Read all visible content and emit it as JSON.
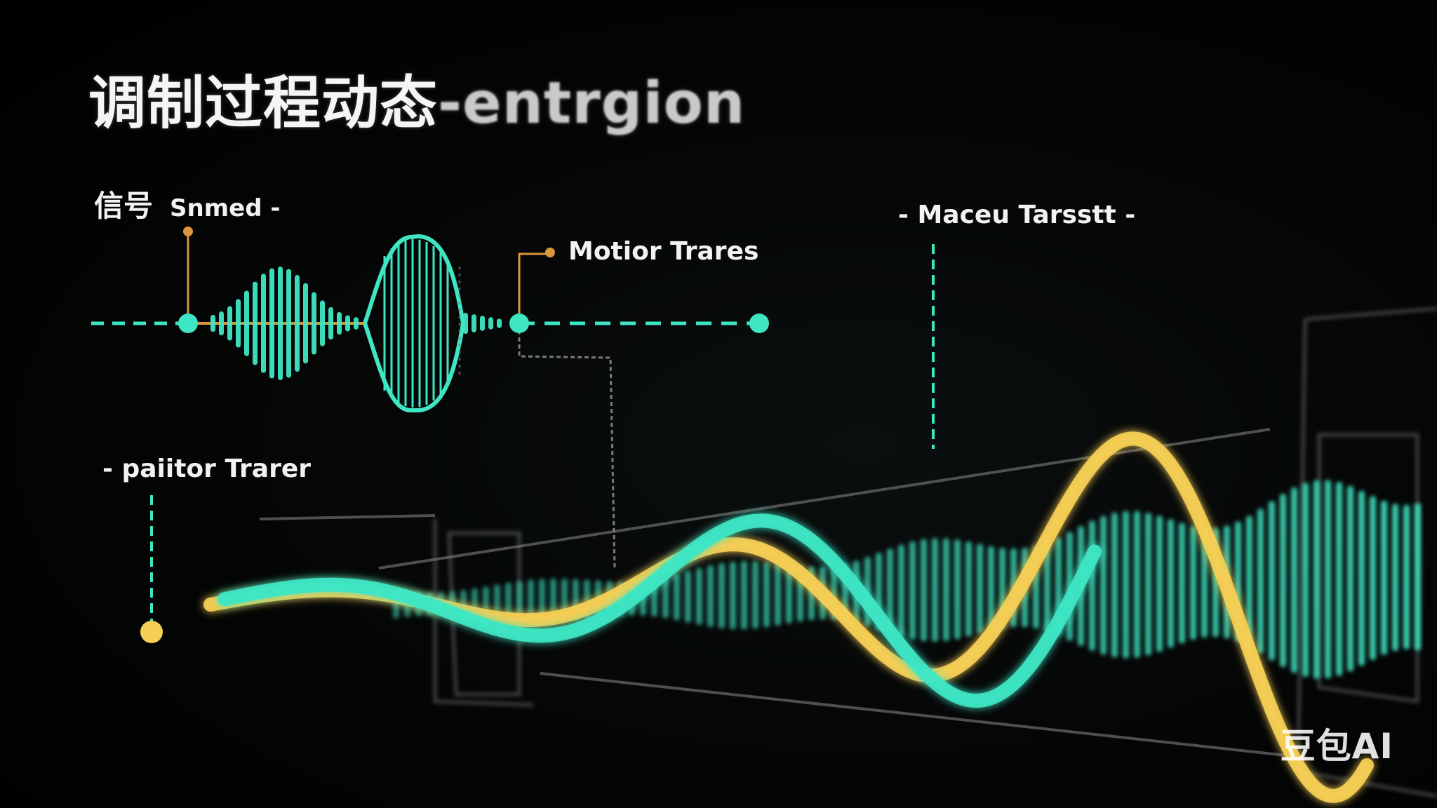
{
  "title": {
    "main": "调制过程动态",
    "suffix": "-entrgion"
  },
  "labels": {
    "signal_cn": "信号",
    "signal_en": "Snmed -",
    "motion": "Motior Trares",
    "macro": "- Maceu Tarsstt -",
    "pattern": "- paiitor Trarer"
  },
  "watermark": "豆包AI",
  "colors": {
    "background": "#000000",
    "teal": "#3ee6c4",
    "yellow": "#f6cf55",
    "orange": "#d9963a",
    "grey": "#7a7a7a",
    "text": "#f2f2f2"
  }
}
